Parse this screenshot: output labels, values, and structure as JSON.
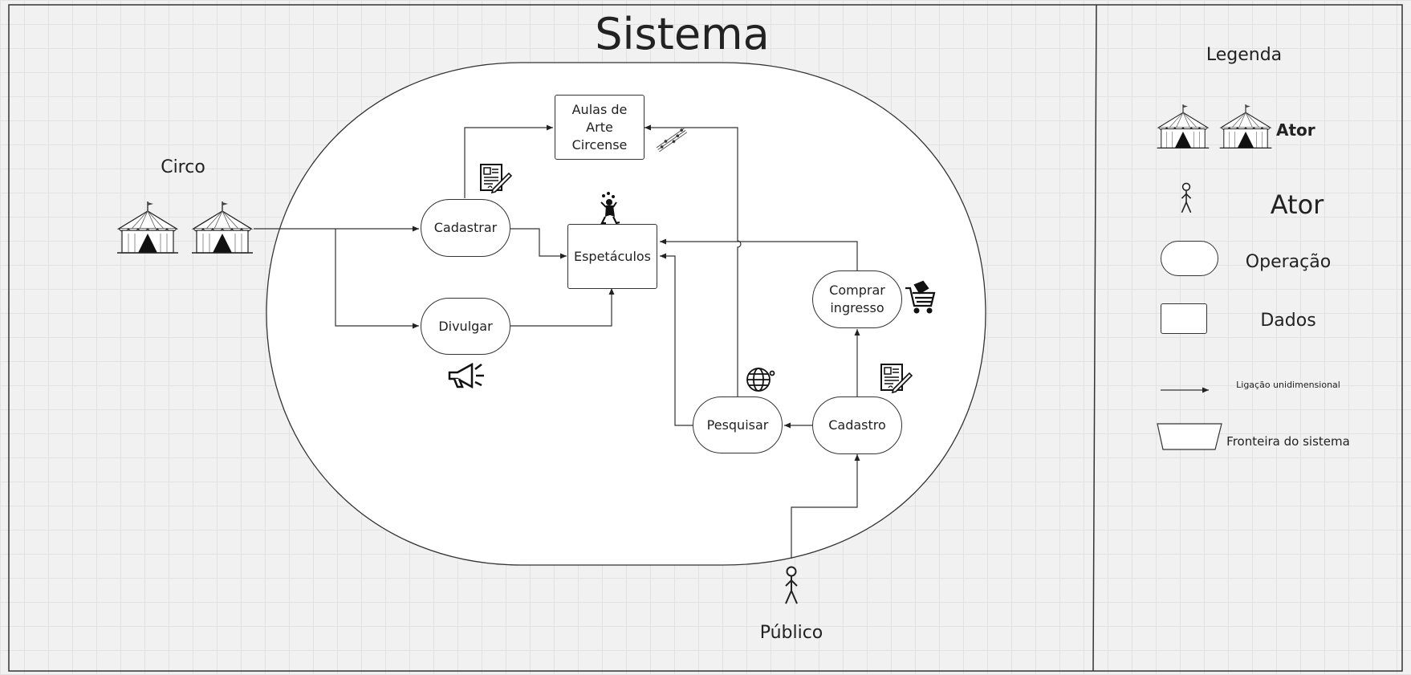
{
  "diagram": {
    "title": "Sistema",
    "actors": {
      "circo": "Circo",
      "publico": "Público"
    },
    "operations": {
      "cadastrar": "Cadastrar",
      "divulgar": "Divulgar",
      "comprar": "Comprar ingresso",
      "pesquisar": "Pesquisar",
      "cadastro": "Cadastro"
    },
    "data_stores": {
      "aulas": "Aulas de Arte Circense",
      "espetaculos": "Espetáculos"
    }
  },
  "legend": {
    "title": "Legenda",
    "actor_tent_label": "Ator",
    "actor_person_label": "Ator",
    "operation_label": "Operação",
    "data_label": "Dados",
    "link_label": "Ligação unidimensional",
    "boundary_label": "Fronteira do sistema"
  },
  "icons": [
    "circus-tent-icon",
    "stick-figure-icon",
    "document-icon",
    "juggler-icon",
    "megaphone-icon",
    "shopping-cart-icon",
    "globe-icon",
    "music-notes-icon",
    "arrow-icon"
  ],
  "colors": {
    "background": "#f1f1f1",
    "line": "#333333",
    "fill": "#ffffff"
  }
}
